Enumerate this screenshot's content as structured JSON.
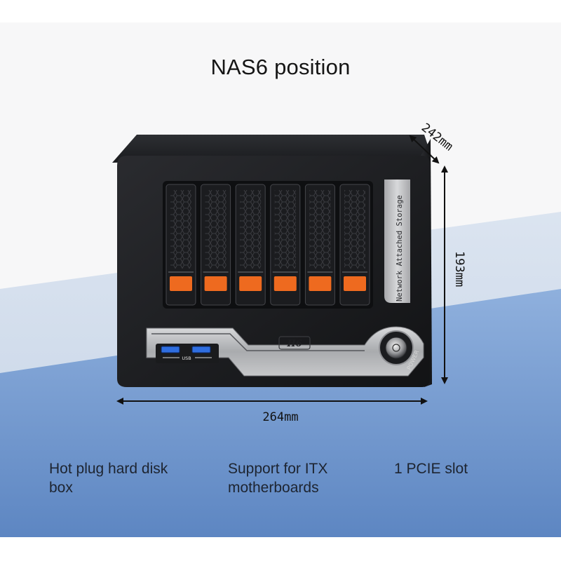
{
  "title": "NAS6 position",
  "dimensions": {
    "depth": "242mm",
    "height": "193mm",
    "width": "264mm"
  },
  "device": {
    "side_label": "Network Attached Storage",
    "logo": "H6",
    "usb_label": "USB",
    "power_label": "POWER",
    "drive_bay_count": 6
  },
  "features": [
    "Hot plug hard disk box",
    "Support for ITX motherboards",
    "1 PCIE slot"
  ],
  "colors": {
    "chassis": "#1c1d20",
    "accent_orange": "#ee6a1f",
    "usb_blue": "#2f6ee0",
    "background_blue": "#7fa0cf"
  }
}
